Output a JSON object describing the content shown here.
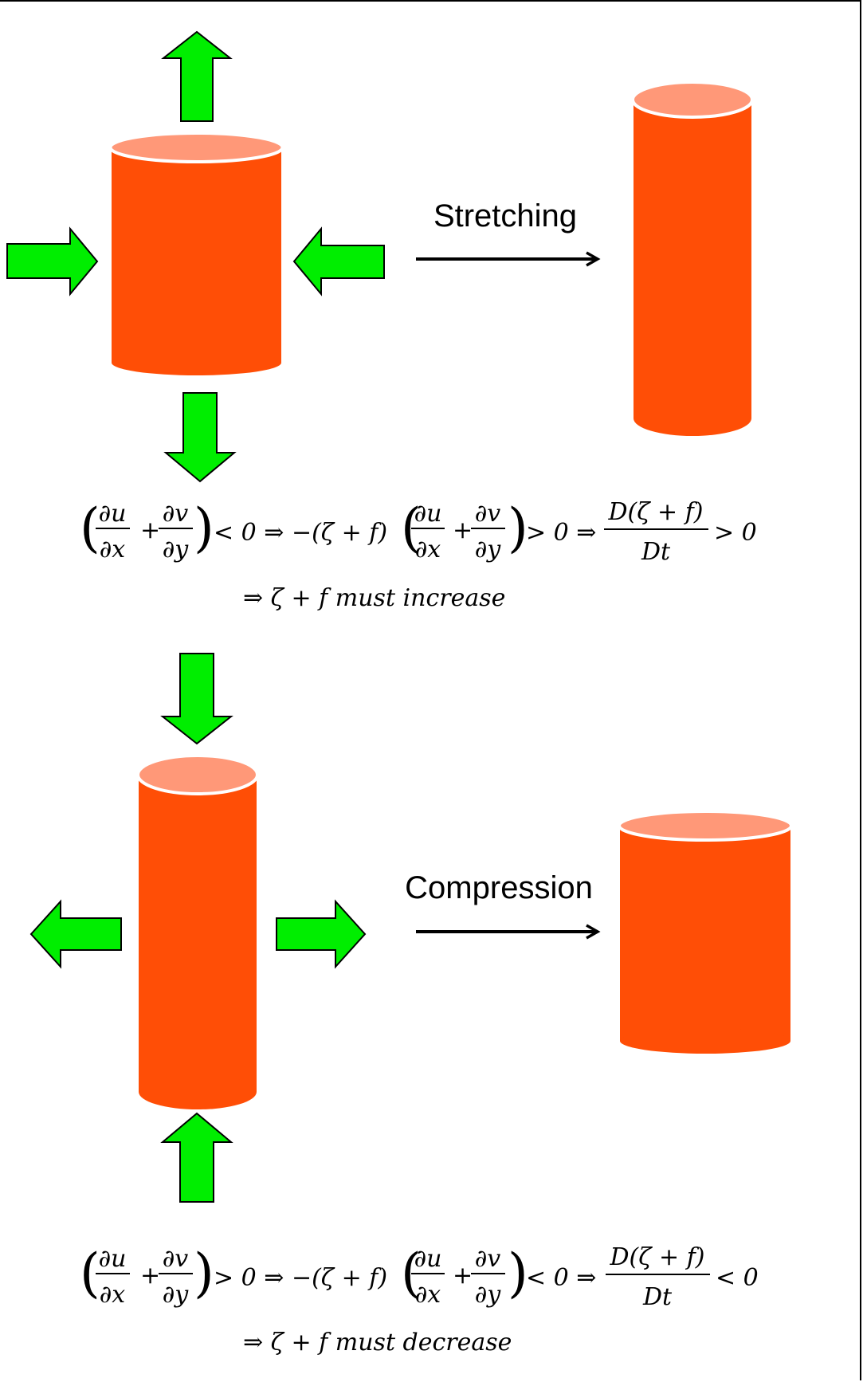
{
  "colors": {
    "cylinder_body": "#ff4e06",
    "cylinder_top": "#ff9878",
    "arrow_fill": "#00ee00",
    "arrow_stroke": "#000000"
  },
  "panels": {
    "stretching": {
      "process_label": "Stretching",
      "equation": {
        "du": "∂u",
        "dx": "∂x",
        "dv": "∂v",
        "dy": "∂y",
        "rel1": "< 0 ⇒ −(ζ + f)",
        "rel2": "> 0 ⇒",
        "num": "D(ζ + f)",
        "den": "Dt",
        "rel3": "> 0"
      },
      "conclusion": "⇒ ζ + f must increase"
    },
    "compression": {
      "process_label": "Compression",
      "equation": {
        "du": "∂u",
        "dx": "∂x",
        "dv": "∂v",
        "dy": "∂y",
        "rel1": "> 0 ⇒ −(ζ + f)",
        "rel2": "< 0 ⇒",
        "num": "D(ζ + f)",
        "den": "Dt",
        "rel3": "< 0"
      },
      "conclusion": "⇒ ζ + f must decrease"
    }
  }
}
